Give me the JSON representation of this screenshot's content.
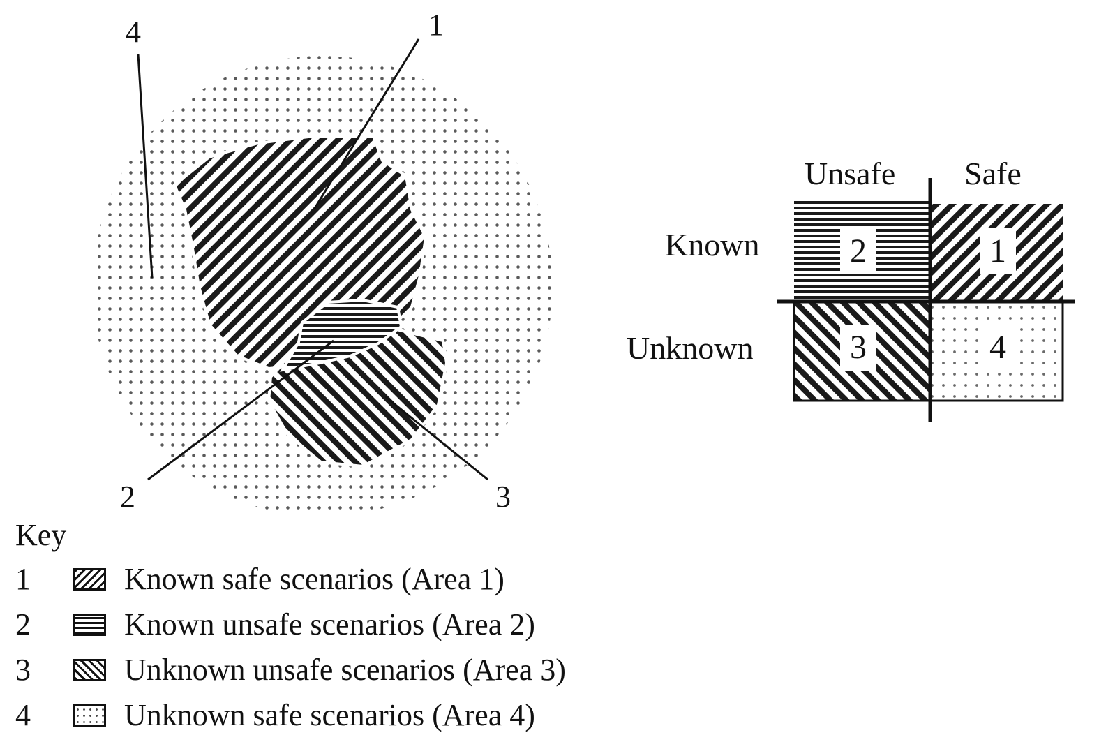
{
  "regions": [
    {
      "id": "1",
      "pattern": "forward-diagonal-stripes"
    },
    {
      "id": "2",
      "pattern": "horizontal-stripes"
    },
    {
      "id": "3",
      "pattern": "backward-diagonal-stripes"
    },
    {
      "id": "4",
      "pattern": "dots"
    }
  ],
  "callouts": {
    "c1": "1",
    "c2": "2",
    "c3": "3",
    "c4": "4"
  },
  "matrix": {
    "col_unsafe": "Unsafe",
    "col_safe": "Safe",
    "row_known": "Known",
    "row_unknown": "Unknown",
    "cells": {
      "known_unsafe": "2",
      "known_safe": "1",
      "unknown_unsafe": "3",
      "unknown_safe": "4"
    }
  },
  "key": {
    "title": "Key",
    "items": [
      {
        "num": "1",
        "label": "Known safe scenarios (Area 1)",
        "pattern": "forward-diagonal-stripes"
      },
      {
        "num": "2",
        "label": "Known unsafe scenarios (Area 2)",
        "pattern": "horizontal-stripes"
      },
      {
        "num": "3",
        "label": "Unknown unsafe scenarios (Area 3)",
        "pattern": "backward-diagonal-stripes"
      },
      {
        "num": "4",
        "label": "Unknown safe scenarios (Area 4)",
        "pattern": "dots"
      }
    ]
  },
  "colors": {
    "ink": "#111111",
    "dots": "#555555",
    "background": "#ffffff"
  }
}
